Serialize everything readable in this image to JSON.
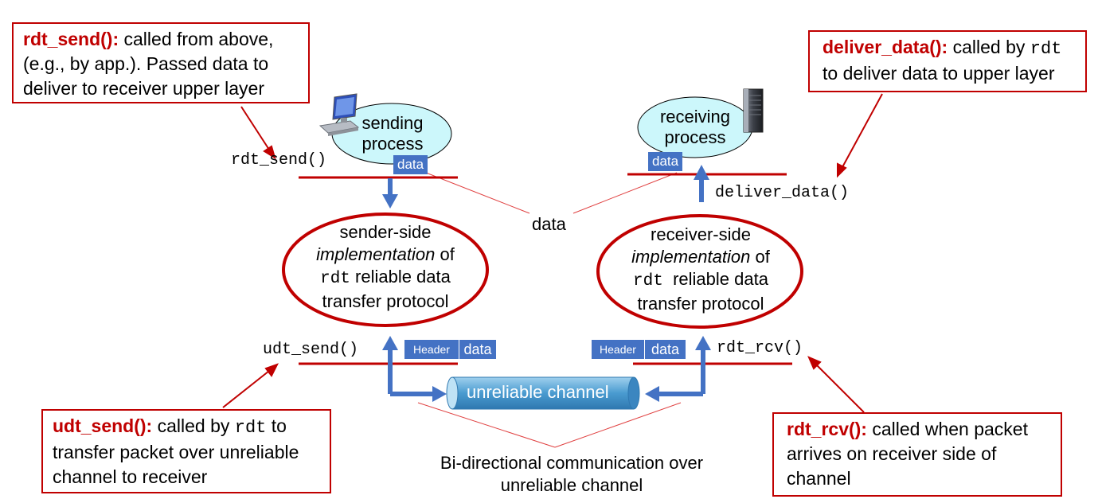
{
  "callouts": {
    "rdt_send": {
      "keyword": "rdt_send():",
      "text": " called from above, (e.g., by app.). Passed data to deliver to receiver upper layer"
    },
    "deliver_data": {
      "keyword": "deliver_data():",
      "text1": " called by ",
      "code": "rdt",
      "text2": " to deliver data to upper layer"
    },
    "udt_send": {
      "keyword": "udt_send():",
      "text1": " called by ",
      "code": "rdt",
      "text2": " to transfer packet over unreliable channel to receiver"
    },
    "rdt_rcv": {
      "keyword": "rdt_rcv():",
      "text": " called when packet arrives on receiver side of channel"
    }
  },
  "functions": {
    "rdt_send": "rdt_send()",
    "deliver_data": "deliver_data()",
    "udt_send": "udt_send()",
    "rdt_rcv": "rdt_rcv()"
  },
  "processes": {
    "sending_line1": "sending",
    "sending_line2": "process",
    "receiving_line1": "receiving",
    "receiving_line2": "process"
  },
  "chips": {
    "data": "data",
    "header": "Header"
  },
  "middle_data_label": "data",
  "sender_impl": {
    "line1": "sender-side",
    "line2_italic": "implementation",
    "line2_rest": " of",
    "line3_code": "rdt",
    "line3_rest": " reliable data",
    "line4": "transfer protocol"
  },
  "receiver_impl": {
    "line1": "receiver-side",
    "line2_italic": "implementation",
    "line2_rest": " of",
    "line3_code": "rdt",
    "line3_rest": "  reliable data",
    "line4": "transfer protocol"
  },
  "channel": {
    "label": "unreliable channel"
  },
  "bottom_note": {
    "line1": "Bi-directional communication over",
    "line2": "unreliable channel"
  },
  "colors": {
    "accent_red": "#c00000",
    "arrow_blue": "#4472c4",
    "bubble_fill": "#ccf7fb",
    "channel_fill": "#5aa7d6"
  },
  "icons": [
    "computer-icon",
    "server-icon"
  ]
}
